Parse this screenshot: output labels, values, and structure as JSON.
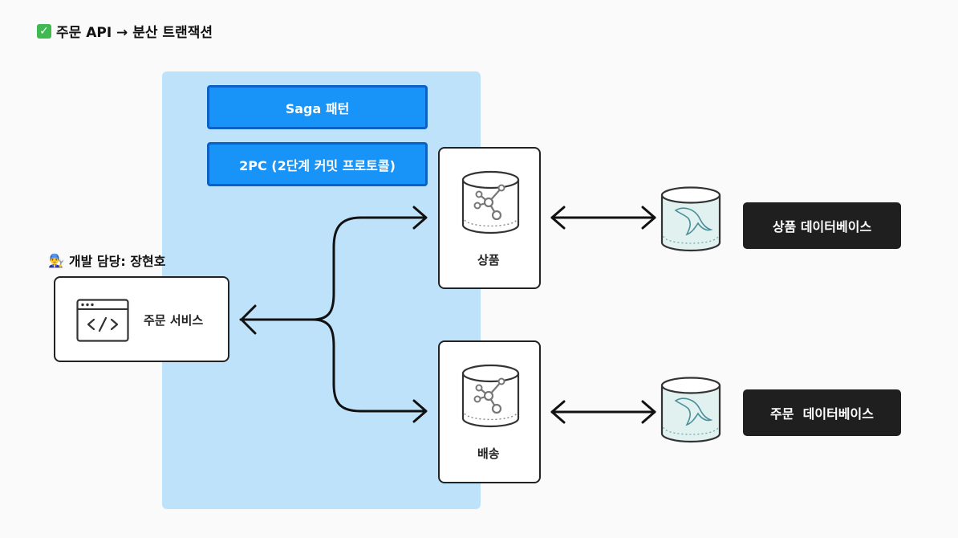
{
  "title": {
    "icon": "check-mark-icon",
    "text": "주문 API → 분산 트랜잭션"
  },
  "patterns": [
    "Saga 패턴",
    "2PC (2단계 커밋 프로토콜)"
  ],
  "developer": {
    "icon": "developer-emoji-icon",
    "text": "개발 담당: 장현호"
  },
  "order_service": {
    "icon": "code-window-icon",
    "label": "주문 서비스"
  },
  "services": [
    {
      "icon": "graph-database-icon",
      "label": "상품"
    },
    {
      "icon": "graph-database-icon",
      "label": "배송"
    }
  ],
  "databases": [
    {
      "icon": "mysql-database-icon",
      "label": "상품 데이터베이스"
    },
    {
      "icon": "mysql-database-icon",
      "label": "주문  데이터베이스"
    }
  ],
  "colors": {
    "zone_background": "#bfe2fb",
    "pattern_fill": "#1893f8",
    "pattern_border": "#0a62c8",
    "db_label_background": "#1f1f1f"
  }
}
